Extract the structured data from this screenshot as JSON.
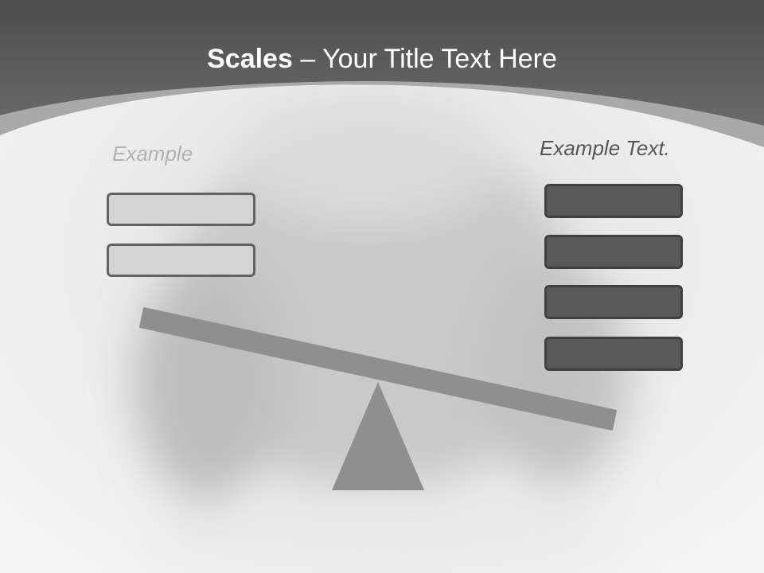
{
  "title": {
    "bold": "Scales",
    "rest": " – Your Title Text Here"
  },
  "left_side": {
    "caption": "Example",
    "box_count": 2,
    "box_color": "#d4d4d4"
  },
  "right_side": {
    "caption": "Example Text.",
    "box_count": 4,
    "box_color": "#595959"
  },
  "colors": {
    "header": "#555555",
    "beam": "#8f8f8f",
    "fulcrum": "#8f8f8f"
  }
}
